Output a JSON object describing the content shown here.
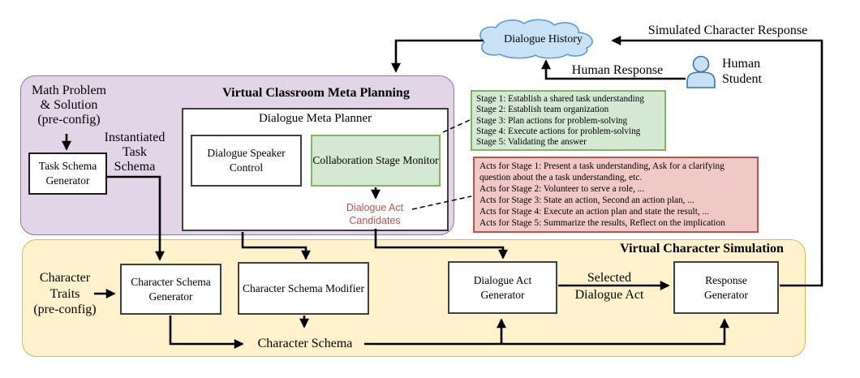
{
  "regions": {
    "meta_planning_title": "Virtual Classroom Meta Planning",
    "character_simulation_title": "Virtual Character Simulation"
  },
  "cloud": {
    "label": "Dialogue History"
  },
  "top_labels": {
    "simulated_character_response": "Simulated Character Response",
    "human_response": "Human Response",
    "human_student": [
      "Human",
      "Student"
    ]
  },
  "meta_planning": {
    "math_problem": [
      "Math Problem",
      "& Solution",
      "(pre-config)"
    ],
    "task_schema_generator": "Task Schema Generator",
    "instantiated_task_schema": [
      "Instantiated",
      "Task",
      "Schema"
    ],
    "dialogue_meta_planner": "Dialogue Meta Planner",
    "dialogue_speaker_control": "Dialogue Speaker Control",
    "collaboration_stage_monitor": "Collaboration Stage Monitor",
    "dialogue_act_candidates": "Dialogue Act Candidates"
  },
  "stages": {
    "items": [
      "Stage 1: Establish a shared task understanding",
      "Stage 2: Establish team organization",
      "Stage 3: Plan actions for problem-solving",
      "Stage 4: Execute actions for problem-solving",
      "Stage 5: Validating the answer"
    ]
  },
  "acts": {
    "items": [
      "Acts for Stage 1: Present a task understanding, Ask for a clarifying",
      "question about the a task understanding, etc.",
      "Acts for Stage 2: Volunteer to serve a role, ...",
      "Acts for Stage 3: State an action, Second an action plan, ...",
      "Acts for Stage 4: Execute an action plan and state the result, ...",
      "Acts for Stage 5: Summarize the results, Reflect on the implication"
    ]
  },
  "simulation": {
    "character_traits": [
      "Character",
      "Traits",
      "(pre-config)"
    ],
    "character_schema_generator": "Character Schema Generator",
    "character_schema_modifier": "Character Schema Modifier",
    "dialogue_act_generator": "Dialogue Act Generator",
    "response_generator": "Response Generator",
    "character_schema": "Character Schema",
    "selected_dialogue_act": [
      "Selected",
      "Dialogue Act"
    ]
  },
  "colors": {
    "purple_fill": "#e1d5e7",
    "purple_stroke": "#9673a6",
    "yellow_fill": "#fff2cc",
    "yellow_stroke": "#d6b656",
    "green_fill": "#d5e8d4",
    "green_stroke": "#82b366",
    "red_fill": "#f0c9c6",
    "red_stroke": "#b85450",
    "cloud_fill": "#c9e2f5",
    "cloud_stroke": "#5b9bd5",
    "accent_text": "#b85450"
  }
}
